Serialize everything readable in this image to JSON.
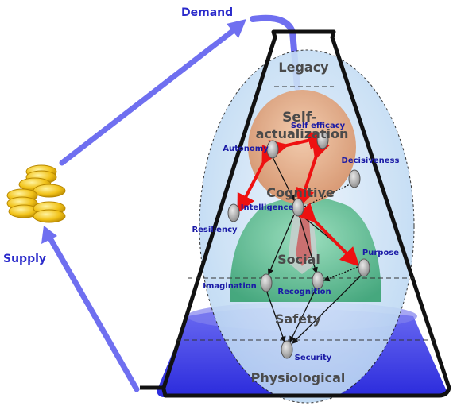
{
  "labels": {
    "demand": "Demand",
    "supply": "Supply"
  },
  "levels": [
    "Legacy",
    "Self-",
    "actualization",
    "Cognitive",
    "Social",
    "Safety",
    "Physiological"
  ],
  "nodes": {
    "self_efficacy": "Self efficacy",
    "autonomy": "Autonomy",
    "decisiveness": "Decisiveness",
    "intelligence": "Intelligence",
    "resiliency": "Resiliency",
    "purpose": "Purpose",
    "imagination": "Imagination",
    "recognition": "Recognition",
    "security": "Security"
  },
  "colors": {
    "arrow": "#6f6ff0",
    "liquid": "#3a3ae6",
    "strong_link": "#ee1111",
    "flask_outline": "#111111",
    "ellipse": "#cfe3f7"
  }
}
